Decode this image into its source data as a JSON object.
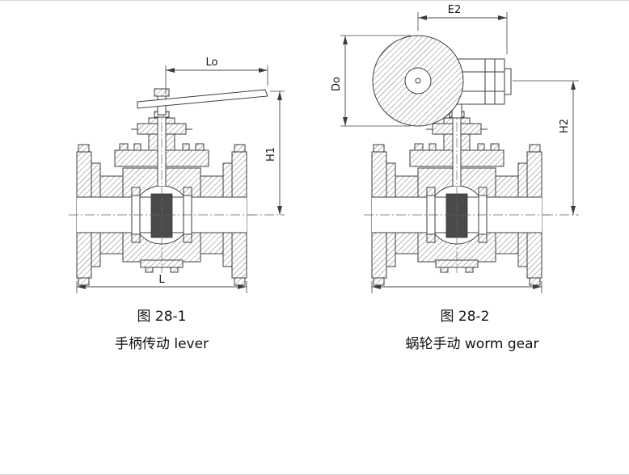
{
  "drawing": {
    "background": "#ffffff",
    "line_color": "#3d3d3d",
    "figures": [
      {
        "caption_number": "图 28-1",
        "caption_label": "手柄传动 lever",
        "dims": {
          "top": "Lo",
          "right": "H1",
          "bottom": "L"
        }
      },
      {
        "caption_number": "图 28-2",
        "caption_label": "蜗轮手动 worm gear",
        "dims": {
          "top": "E2",
          "left": "Do",
          "right": "H2"
        }
      }
    ]
  }
}
